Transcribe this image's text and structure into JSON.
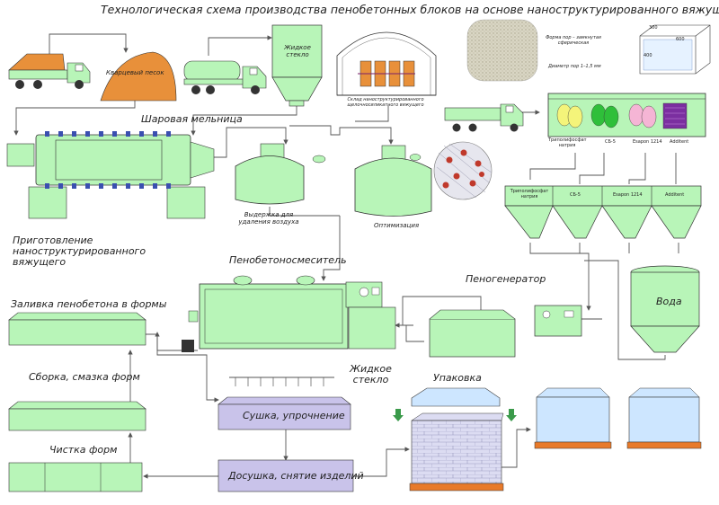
{
  "title": "Технологическая схема производства пенобетонных блоков на основе наноструктурированного вяжущего",
  "labels": {
    "sand": "Кварцевый песок",
    "liquid_glass": "Жидкое стекло",
    "warehouse": "Склад наноструктурированного щелочносиликатного вяжущего",
    "pore_form": "Форма пор – замкнутая сферическая",
    "pore_diameter": "Диаметр пор 1–1,5 мм",
    "dim_top": "300",
    "dim_right": "600",
    "dim_side": "400",
    "ball_mill": "Шаровая мельница",
    "binder_prep": "Приготовление наноструктурированного вяжущего",
    "degassing": "Выдержка для удаления воздуха",
    "optimization": "Оптимизация",
    "foam_mixer": "Пенобетоносмеситель",
    "foam_generator": "Пеногенератор",
    "water": "Вода",
    "casting": "Заливка пенобетона в формы",
    "assembly": "Сборка, смазка форм",
    "cleaning": "Чистка форм",
    "liquid_glass_2": "Жидкое стекло",
    "drying": "Сушка, упрочнение",
    "post_drying": "Досушка, снятие изделий",
    "packing": "Упаковка"
  },
  "additives": {
    "row_top": [
      "Триполифосфат натрия",
      "СБ-5",
      "Esapon 1214",
      "Additent"
    ],
    "row_hopper": [
      "Триполифосфат натрия",
      "СБ-5",
      "Esapon 1214",
      "Additent"
    ]
  },
  "colors": {
    "equipment": "#b8f5b8",
    "stroke": "#333333",
    "sand": "#e8903a",
    "pipe": "#555555",
    "drying_box": "#c9c3ea",
    "pallet": "#e87a2a"
  }
}
